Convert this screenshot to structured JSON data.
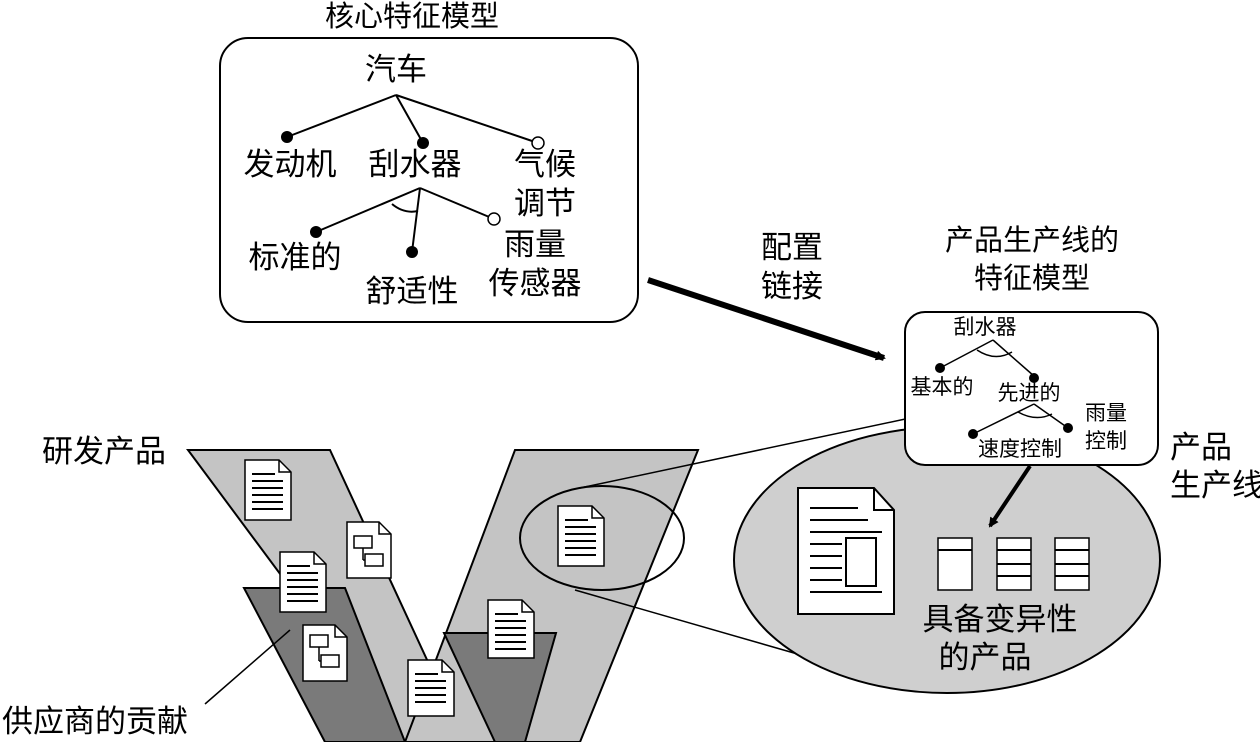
{
  "core_model": {
    "title": "核心特征模型",
    "root": "汽车",
    "features": {
      "engine": "发动机",
      "wiper": "刮水器",
      "climate": [
        "气候",
        "调节"
      ],
      "standard": "标准的",
      "comfort": "舒适性",
      "rain_sensor": [
        "雨量",
        "传感器"
      ]
    }
  },
  "config_link": [
    "配置",
    "链接"
  ],
  "productline_model": {
    "title": [
      "产品生产线的",
      "特征模型"
    ],
    "root": "刮水器",
    "features": {
      "basic": "基本的",
      "advanced": "先进的",
      "speed_control": "速度控制",
      "rain_control": [
        "雨量",
        "控制"
      ]
    }
  },
  "labels": {
    "rd_products": "研发产品",
    "supplier": "供应商的贡献",
    "product_line": [
      "产品",
      "生产线"
    ],
    "variant_products": [
      "具备变异性",
      "的产品"
    ]
  },
  "colors": {
    "light_gray": "#c4c4c4",
    "dark_gray": "#7a7a7a",
    "ellipse_gray": "#cfcfcf",
    "stroke": "#000000"
  }
}
